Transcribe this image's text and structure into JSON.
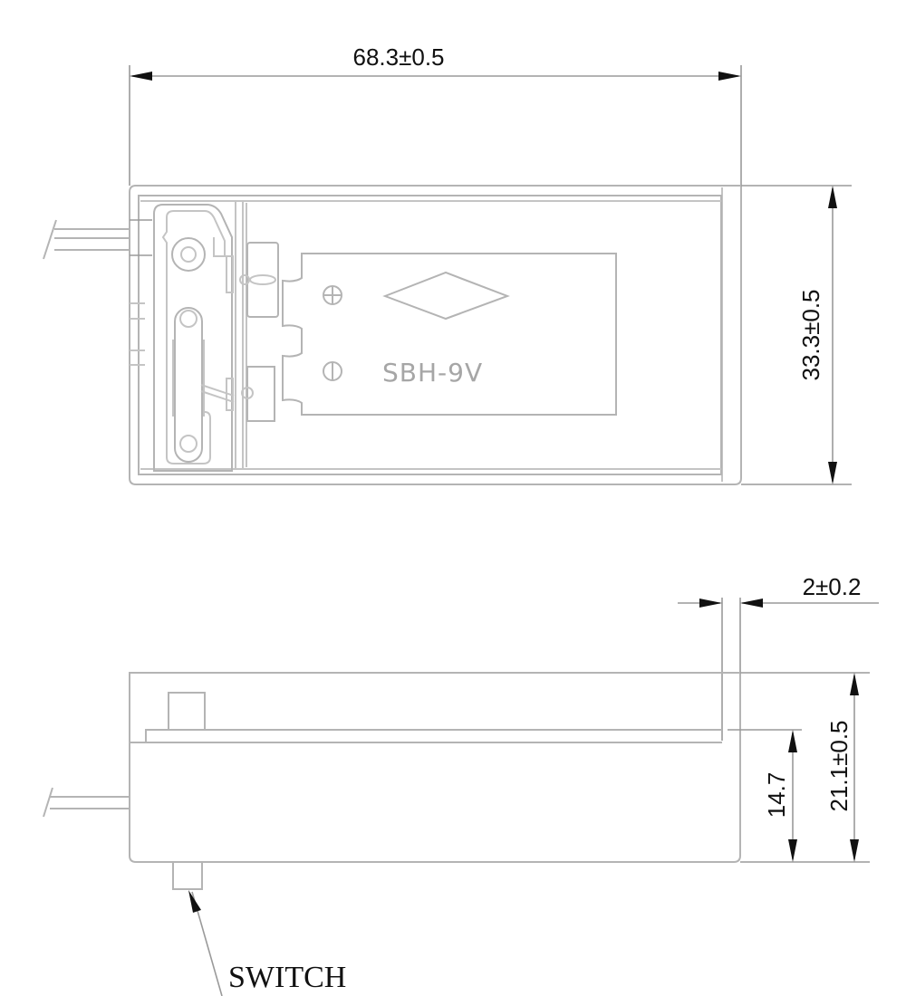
{
  "drawing": {
    "part_marking": "SBH-9V",
    "polarity_symbols": {
      "positive": "plus-in-circle",
      "negative": "bar-in-circle"
    },
    "colors": {
      "outline": "#b4b4b4",
      "dimension_line": "#9a9a9a",
      "text": "#111111",
      "marking_text": "#a6a6a6"
    }
  },
  "top_view": {
    "dimensions": {
      "length": "68.3±0.5",
      "width": "33.3±0.5"
    }
  },
  "side_view": {
    "dimensions": {
      "lid_thickness": "2±0.2",
      "body_height": "14.7",
      "total_height": "21.1±0.5"
    },
    "callouts": {
      "switch_label": "SWITCH"
    }
  }
}
